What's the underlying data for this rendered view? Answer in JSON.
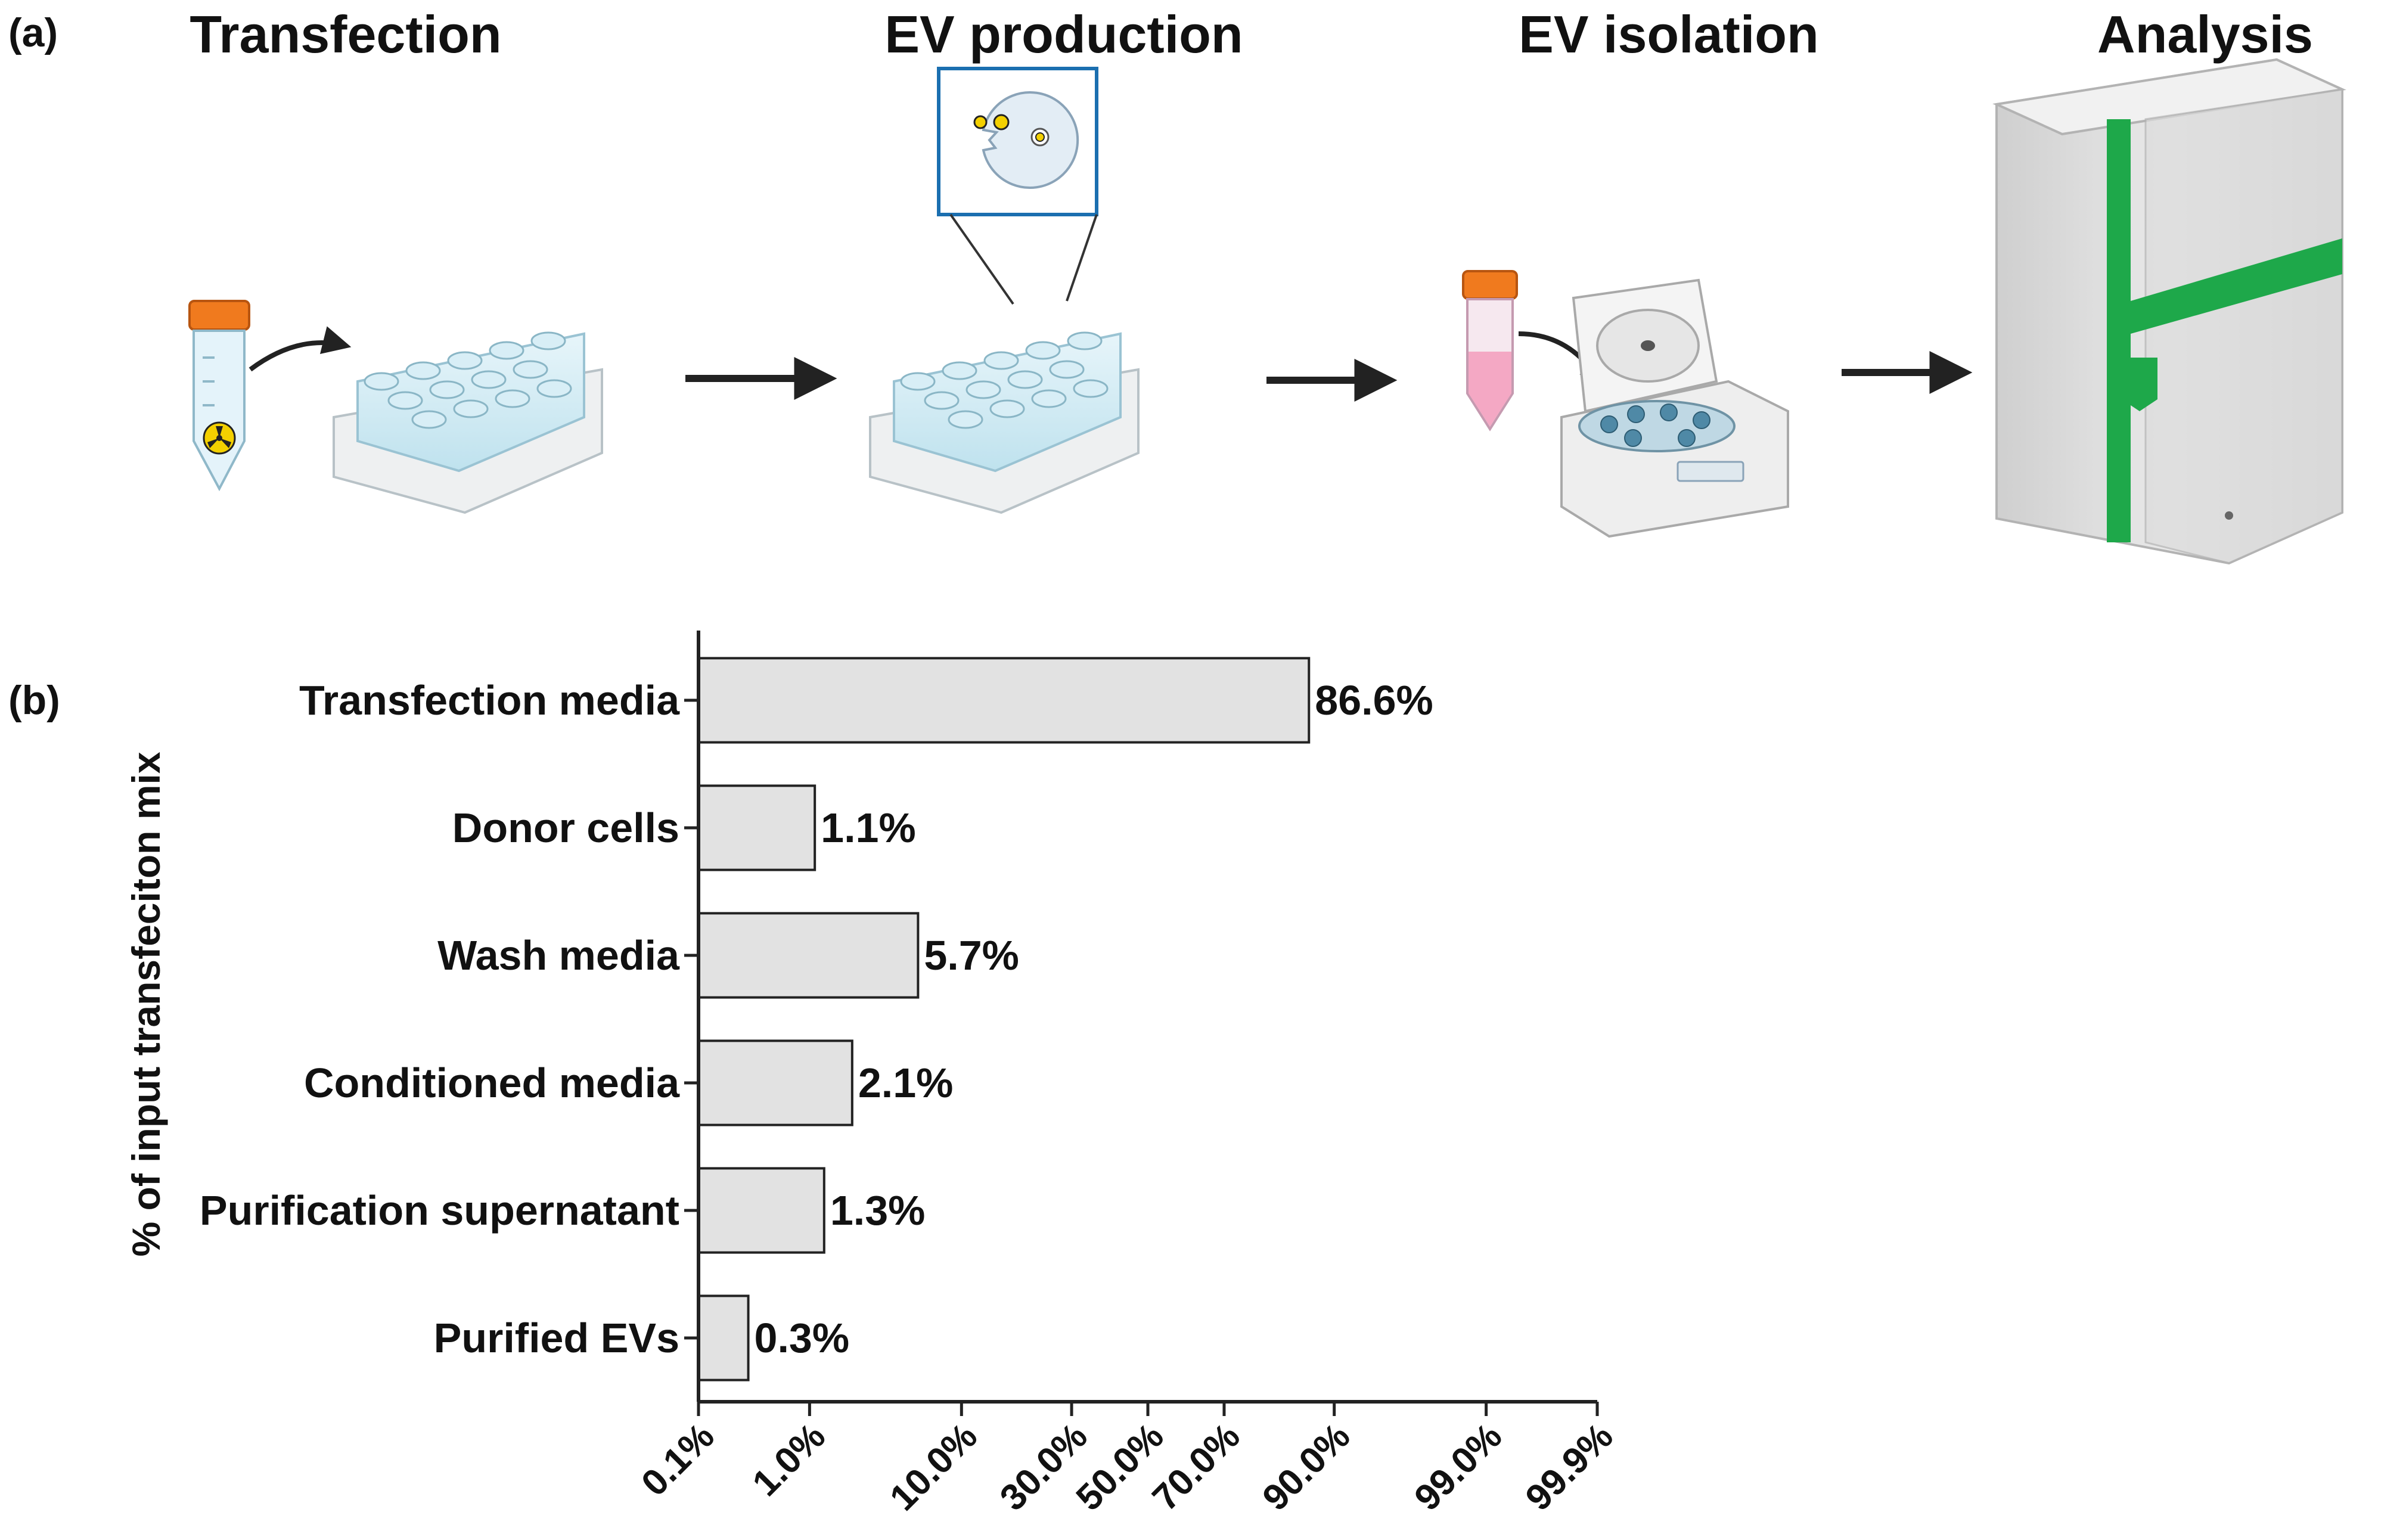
{
  "panel_a": {
    "label": "(a)",
    "steps": [
      {
        "title": "Transfection",
        "icon": "tube-and-well-plate-icon"
      },
      {
        "title": "EV production",
        "icon": "well-plate-with-cell-icon"
      },
      {
        "title": "EV isolation",
        "icon": "centrifuge-icon"
      },
      {
        "title": "Analysis",
        "icon": "analyzer-instrument-icon"
      }
    ],
    "colors": {
      "tube_cap": "#f07a1e",
      "tube_pink": "#f4a8c4",
      "plate_blue": "#cfe9f3",
      "instrument_green": "#1ea84a",
      "zoom_box": "#1b6fb0"
    }
  },
  "panel_b": {
    "label": "(b)",
    "chart_data": {
      "type": "bar",
      "orientation": "horizontal",
      "ylabel": "% of input transfeciton mix",
      "xscale": "probit",
      "categories": [
        "Transfection media",
        "Donor cells",
        "Wash media",
        "Conditioned media",
        "Purification supernatant",
        "Purified EVs"
      ],
      "values": [
        86.6,
        1.1,
        5.7,
        2.1,
        1.3,
        0.3
      ],
      "value_labels": [
        "86.6%",
        "1.1%",
        "5.7%",
        "2.1%",
        "1.3%",
        "0.3%"
      ],
      "xticks": [
        0.1,
        1.0,
        10.0,
        30.0,
        50.0,
        70.0,
        90.0,
        99.0,
        99.9
      ],
      "xtick_labels": [
        "0.1%",
        "1.0%",
        "10.0%",
        "30.0%",
        "50.0%",
        "70.0%",
        "90.0%",
        "99.0%",
        "99.9%"
      ],
      "xlim": [
        0.1,
        99.9
      ],
      "bar_color": "#e2e2e2",
      "edge_color": "#222222"
    }
  }
}
